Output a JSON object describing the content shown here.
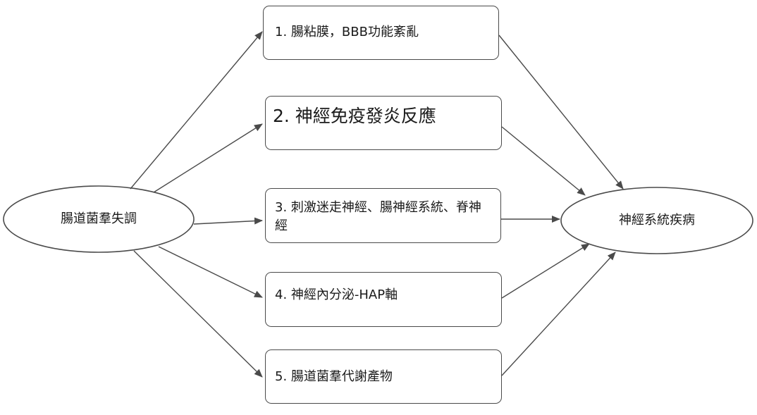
{
  "colors": {
    "stroke": "#4a4a4a",
    "text": "#1a1a1a",
    "background": "#ffffff"
  },
  "source": {
    "label": "腸道菌羣失調"
  },
  "target": {
    "label": "神經系統疾病"
  },
  "mechanisms": [
    {
      "label": "1. 腸粘膜，BBB功能紊亂"
    },
    {
      "label": "2. 神經免疫發炎反應"
    },
    {
      "label": "3. 刺激迷走神經、腸神經系統、脊神經"
    },
    {
      "label": "4. 神經內分泌-HAP軸"
    },
    {
      "label": "5. 腸道菌羣代謝產物"
    }
  ]
}
